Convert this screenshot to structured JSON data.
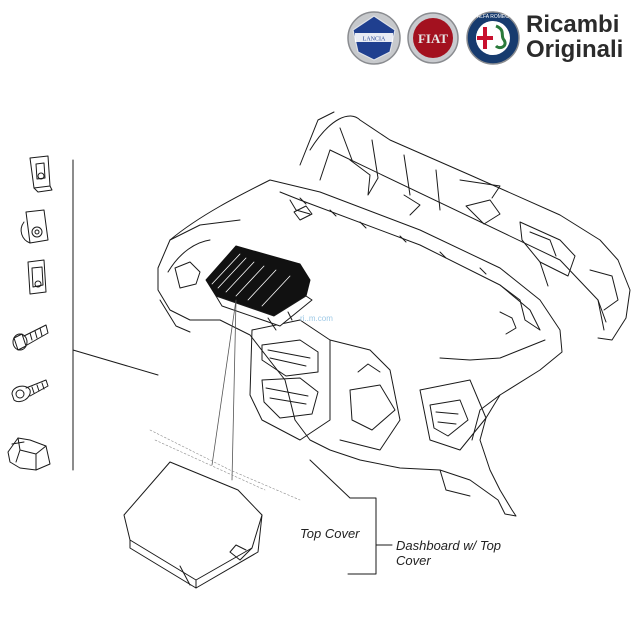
{
  "brand": {
    "line1": "Ricambi",
    "line2": "Originali",
    "logos": [
      {
        "name": "lancia-logo",
        "text": "LANCIA",
        "color": "#1f3f8f"
      },
      {
        "name": "fiat-logo",
        "text": "FIAT",
        "color": "#a3111f"
      },
      {
        "name": "alfa-romeo-logo",
        "text": "ALFA ROMEO",
        "color": "#173b6e"
      }
    ]
  },
  "callouts": {
    "top_cover": "Top Cover",
    "dashboard_line1": "Dashboard w/ Top",
    "dashboard_line2": "Cover"
  },
  "watermark": "ri..m.com",
  "colors": {
    "line": "#1a1a1a",
    "fill": "#ffffff",
    "dark": "#111111"
  }
}
